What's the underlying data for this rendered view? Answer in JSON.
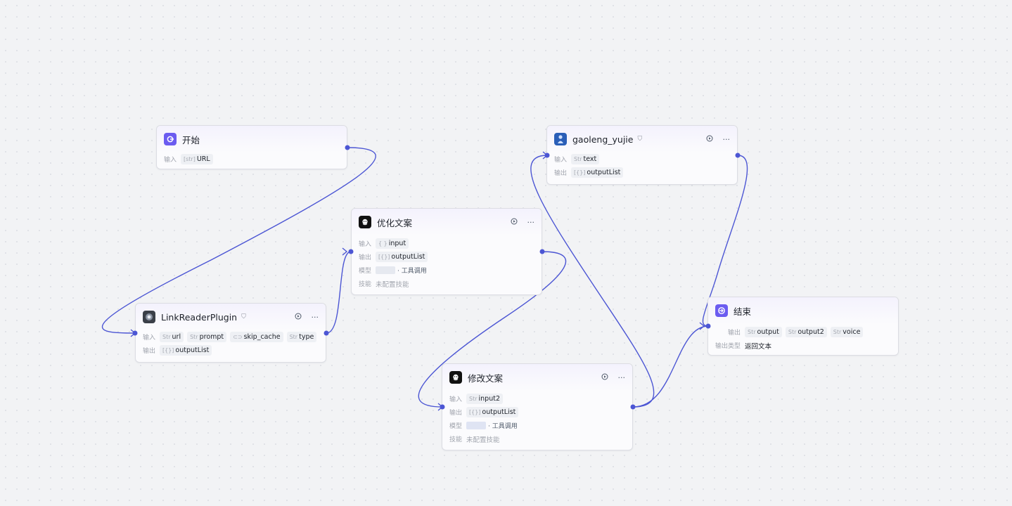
{
  "canvas": {
    "edge_color": "#4c56d4",
    "accent": "#6b5cf0"
  },
  "nodes": {
    "start": {
      "title": "开始",
      "icon": "start-icon",
      "inputs_label": "输入",
      "inputs": [
        {
          "type": "[str]",
          "name": "URL"
        }
      ]
    },
    "link_reader": {
      "title": "LinkReaderPlugin",
      "icon": "link-reader-plugin-icon",
      "badge": "plugin-badge-icon",
      "inputs_label": "输入",
      "inputs": [
        {
          "type": "Str",
          "name": "url"
        },
        {
          "type": "Str",
          "name": "prompt"
        },
        {
          "type": "toggle",
          "name": "skip_cache"
        },
        {
          "type": "Str",
          "name": "type"
        }
      ],
      "outputs_label": "输出",
      "outputs": [
        {
          "type": "[{}]",
          "name": "outputList"
        }
      ]
    },
    "optimize": {
      "title": "优化文案",
      "icon": "llm-icon",
      "inputs_label": "输入",
      "inputs": [
        {
          "type": "{ }",
          "name": "input"
        }
      ],
      "outputs_label": "输出",
      "outputs": [
        {
          "type": "[{}]",
          "name": "outputList"
        }
      ],
      "model_label": "模型",
      "model_suffix": "· 工具调用",
      "skills_label": "技能",
      "skills_value": "未配置技能"
    },
    "gaoleng": {
      "title": "gaoleng_yujie",
      "icon": "tts-plugin-icon",
      "badge": "plugin-badge-icon",
      "inputs_label": "输入",
      "inputs": [
        {
          "type": "Str",
          "name": "text"
        }
      ],
      "outputs_label": "输出",
      "outputs": [
        {
          "type": "[{}]",
          "name": "outputList"
        }
      ]
    },
    "modify": {
      "title": "修改文案",
      "icon": "llm-icon",
      "inputs_label": "输入",
      "inputs": [
        {
          "type": "Str",
          "name": "input2"
        }
      ],
      "outputs_label": "输出",
      "outputs": [
        {
          "type": "[{}]",
          "name": "outputList"
        }
      ],
      "model_label": "模型",
      "model_suffix": "· 工具调用",
      "skills_label": "技能",
      "skills_value": "未配置技能"
    },
    "end": {
      "title": "结束",
      "icon": "end-icon",
      "outputs_label": "输出",
      "outputs": [
        {
          "type": "Str",
          "name": "output"
        },
        {
          "type": "Str",
          "name": "output2"
        },
        {
          "type": "Str",
          "name": "voice"
        }
      ],
      "output_type_label": "输出类型",
      "output_type_value": "返回文本"
    }
  },
  "actions": {
    "run_icon": "run-icon",
    "more_icon": "more-icon",
    "more_glyph": "···",
    "run_glyph": "◉"
  }
}
